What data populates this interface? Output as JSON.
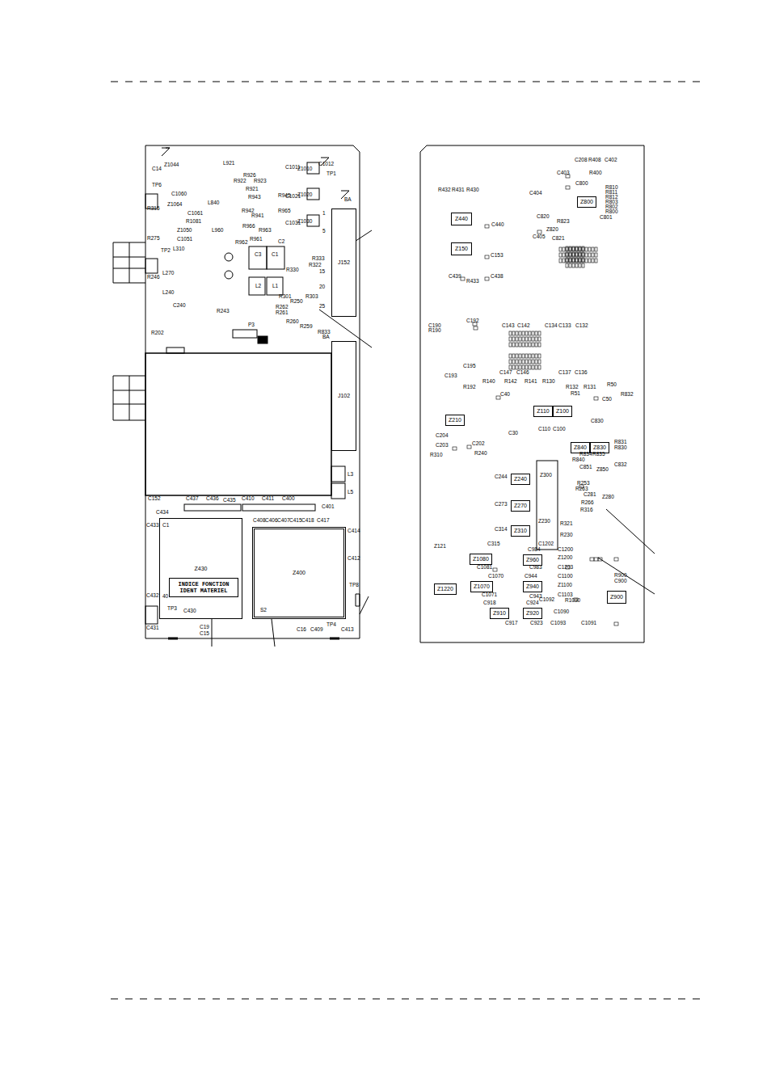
{
  "diagram": {
    "nodes": [
      {
        "text": [
          "J152"
        ]
      },
      {
        "text": [
          "J102"
        ]
      },
      {
        "text": [
          "Z430"
        ]
      },
      {
        "text": [
          "INDICE FONCTION IDENT MATERIEL"
        ],
        "in": 2
      },
      {
        "text": [
          "Z400"
        ]
      },
      {
        "text": [
          "Z440"
        ]
      },
      {
        "text": [
          "Z150"
        ]
      },
      {
        "text": [
          "Z800"
        ]
      },
      {
        "text": [
          "Z110"
        ]
      },
      {
        "text": [
          "Z100"
        ]
      },
      {
        "text": [
          "Z210"
        ]
      },
      {
        "text": [
          "Z840"
        ]
      },
      {
        "text": [
          "Z830"
        ]
      },
      {
        "text": [
          "Z240"
        ]
      },
      {
        "text": [
          "Z270"
        ]
      },
      {
        "text": [
          "Z310"
        ]
      },
      {
        "text": [
          "Z1080"
        ]
      },
      {
        "text": [
          "Z960"
        ]
      },
      {
        "text": [
          "Z1070"
        ]
      },
      {
        "text": [
          "Z940"
        ]
      },
      {
        "text": [
          "Z1220"
        ]
      },
      {
        "text": [
          "Z910"
        ]
      },
      {
        "text": [
          "Z920"
        ]
      },
      {
        "text": [
          "Z900"
        ]
      }
    ],
    "labels": [
      "C14",
      "Z1044",
      "TP6",
      "C1060",
      "Z1064",
      "R315",
      "R275",
      "Z1050",
      "C1051",
      "TP2",
      "L310",
      "R246",
      "L270",
      "L240",
      "C240",
      "R202",
      "L921",
      "R926",
      "R922",
      "R923",
      "R921",
      "R943",
      "R945",
      "R942",
      "R941",
      "R965",
      "R961",
      "L960",
      "C1061",
      "R1081",
      "R966",
      "R963",
      "R962",
      "L840",
      "C3",
      "C1",
      "C2",
      "L2",
      "L1",
      "R243",
      "P3",
      "C1011",
      "Z1010",
      "C1012",
      "TP1",
      "Z1020",
      "C1021",
      "Z1030",
      "C1031",
      "BA",
      "1",
      "5",
      "R333",
      "R330",
      "R322",
      "15",
      "20",
      "25",
      "R301",
      "R303",
      "R262",
      "R261",
      "R260",
      "R250",
      "R259",
      "R833",
      "BA",
      "L3",
      "L5",
      "C152",
      "C434",
      "C437",
      "C436",
      "C435",
      "C410",
      "C411",
      "C400",
      "C401",
      "C433",
      "C1",
      "40",
      "S2",
      "C408",
      "C406",
      "C407",
      "C415",
      "C418",
      "C417",
      "C414",
      "C412",
      "TP8",
      "TP4",
      "C413",
      "C16",
      "C409",
      "TP3",
      "C430",
      "C432",
      "C431",
      "C19",
      "C15",
      "R432",
      "R431",
      "R430",
      "C208",
      "R408",
      "C402",
      "C403",
      "R400",
      "C800",
      "C404",
      "R810",
      "R811",
      "R812",
      "R803",
      "R802",
      "R800",
      "C801",
      "C440",
      "C820",
      "R823",
      "Z820",
      "C821",
      "C405",
      "C153",
      "C439",
      "R433",
      "C438",
      "C190",
      "R190",
      "C192",
      "C193",
      "C143",
      "C142",
      "C134",
      "C133",
      "C132",
      "C195",
      "R192",
      "C147",
      "C146",
      "R140",
      "R142",
      "R141",
      "R130",
      "C137",
      "C136",
      "R132",
      "R131",
      "R50",
      "R51",
      "R832",
      "C40",
      "C50",
      "C830",
      "C110",
      "C100",
      "C30",
      "C204",
      "C203",
      "C202",
      "R310",
      "R240",
      "R831",
      "R830",
      "R834",
      "R835",
      "R840",
      "C832",
      "C851",
      "Z850",
      "Z300",
      "R253",
      "R263",
      "C281",
      "Z280",
      "R266",
      "R316",
      "C244",
      "C273",
      "C314",
      "R321",
      "R230",
      "Z230",
      "C315",
      "C1202",
      "Z121",
      "C1081",
      "C983",
      "C984",
      "C1200",
      "Z1200",
      "C1203",
      "C1070",
      "C1071",
      "C944",
      "C943",
      "C1100",
      "Z1100",
      "C1103",
      "C1092",
      "R1090",
      "C918",
      "C924",
      "C917",
      "C923",
      "C1093",
      "C1090",
      "C1091",
      "R900",
      "C900"
    ]
  }
}
